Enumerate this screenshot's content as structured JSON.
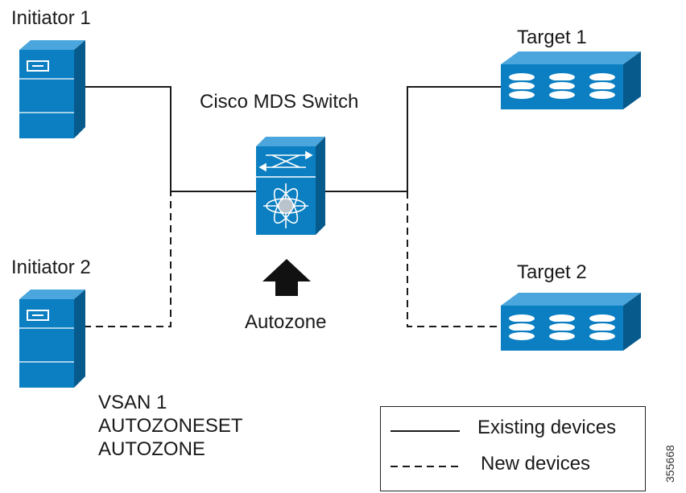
{
  "labels": {
    "initiator1": "Initiator 1",
    "initiator2": "Initiator 2",
    "switch": "Cisco MDS Switch",
    "target1": "Target 1",
    "target2": "Target 2",
    "autozone": "Autozone"
  },
  "vsan_info": [
    "VSAN 1",
    "AUTOZONESET",
    "AUTOZONE"
  ],
  "legend": {
    "existing": "Existing devices",
    "new": "New devices"
  },
  "figure_id": "355668",
  "colors": {
    "device_blue": "#0b7fc1",
    "device_dark": "#075a8c",
    "device_light": "#4aa6dc",
    "line": "#1a1a1a"
  }
}
